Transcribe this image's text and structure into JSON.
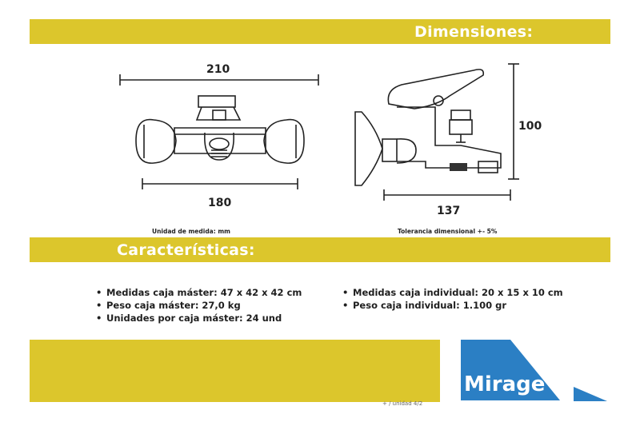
{
  "sections": {
    "dimensions_title": "Dimensiones:",
    "features_title": "Características:"
  },
  "dimensions": {
    "front_width_top": "210",
    "front_width_bottom": "180",
    "side_depth": "137",
    "side_height": "100"
  },
  "notes": {
    "unit": "Unidad de medida: mm",
    "tolerance": "Tolerancia dimensional +- 5%"
  },
  "specs_left": [
    "Medidas caja máster: 47 x 42 x 42 cm",
    "Peso caja máster: 27,0 kg",
    "Unidades por caja máster: 24 und"
  ],
  "specs_right": [
    "Medidas caja individual: 20 x 15 x 10 cm",
    "Peso caja individual: 1.100 gr"
  ],
  "brand": {
    "name": "Mirage",
    "color": "#2b7fc4",
    "band_color": "#dcc62c"
  },
  "partial_text": "+ / unidad 4/2"
}
